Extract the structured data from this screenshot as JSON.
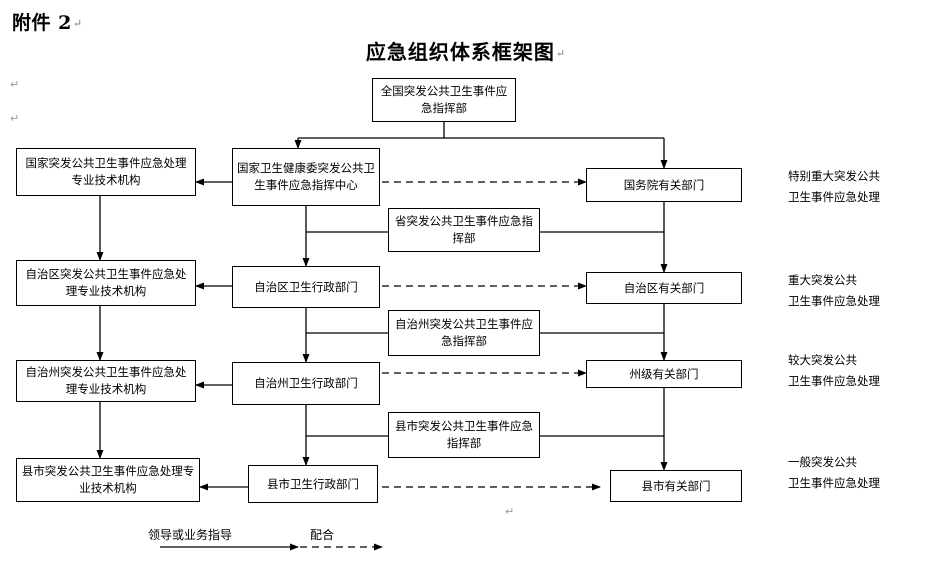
{
  "document": {
    "attachment_label": "附件 2",
    "pilcrow": "↵",
    "title": "应急组织体系框架图"
  },
  "nodes": {
    "national_hq": "全国突发公共卫生事件应急指挥部",
    "national_tech": "国家突发公共卫生事件应急处理专业技术机构",
    "national_center": "国家卫生健康委突发公共卫生事件应急指挥中心",
    "state_council_depts": "国务院有关部门",
    "province_hq": "省突发公共卫生事件应急指挥部",
    "region_tech": "自治区突发公共卫生事件应急处理专业技术机构",
    "region_health_admin": "自治区卫生行政部门",
    "region_depts": "自治区有关部门",
    "prefecture_hq": "自治州突发公共卫生事件应急指挥部",
    "prefecture_tech": "自治州突发公共卫生事件应急处理专业技术机构",
    "prefecture_health_admin": "自治州卫生行政部门",
    "prefecture_depts": "州级有关部门",
    "county_hq": "县市突发公共卫生事件应急指挥部",
    "county_tech": "县市突发公共卫生事件应急处理专业技术机构",
    "county_health_admin": "县市卫生行政部门",
    "county_depts": "县市有关部门"
  },
  "side_labels": {
    "level1_line1": "特别重大突发公共",
    "level1_line2": "卫生事件应急处理",
    "level2_line1": "重大突发公共",
    "level2_line2": "卫生事件应急处理",
    "level3_line1": "较大突发公共",
    "level3_line2": "卫生事件应急处理",
    "level4_line1": "一般突发公共",
    "level4_line2": "卫生事件应急处理"
  },
  "legend": {
    "solid_label": "领导或业务指导",
    "dashed_label": "配合"
  },
  "colors": {
    "line": "#000000",
    "box_border": "#000000",
    "background": "#ffffff",
    "pilcrow": "#9a9a9a"
  }
}
